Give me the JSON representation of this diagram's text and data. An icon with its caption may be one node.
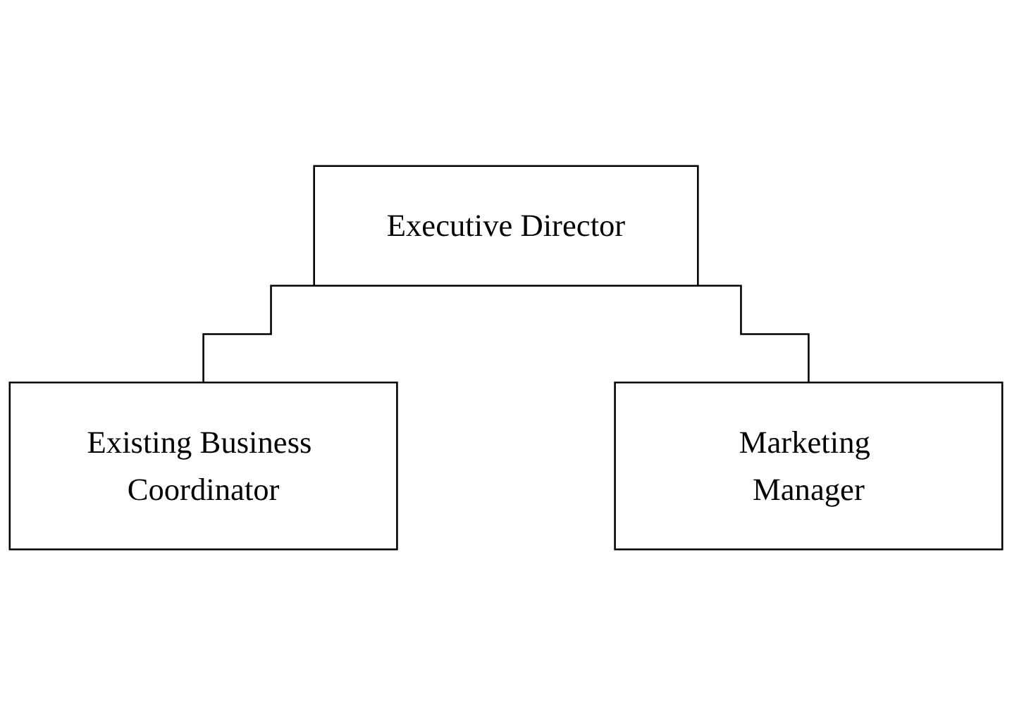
{
  "diagram": {
    "nodes": [
      {
        "text": [
          "Executive Director"
        ]
      },
      {
        "text": [
          "Existing Business Coordinator"
        ]
      },
      {
        "text": [
          "Marketing Manager"
        ]
      }
    ],
    "edges": [
      {
        "from": 0,
        "to": 1,
        "arrow": "none"
      },
      {
        "from": 0,
        "to": 2,
        "arrow": "none"
      }
    ]
  }
}
